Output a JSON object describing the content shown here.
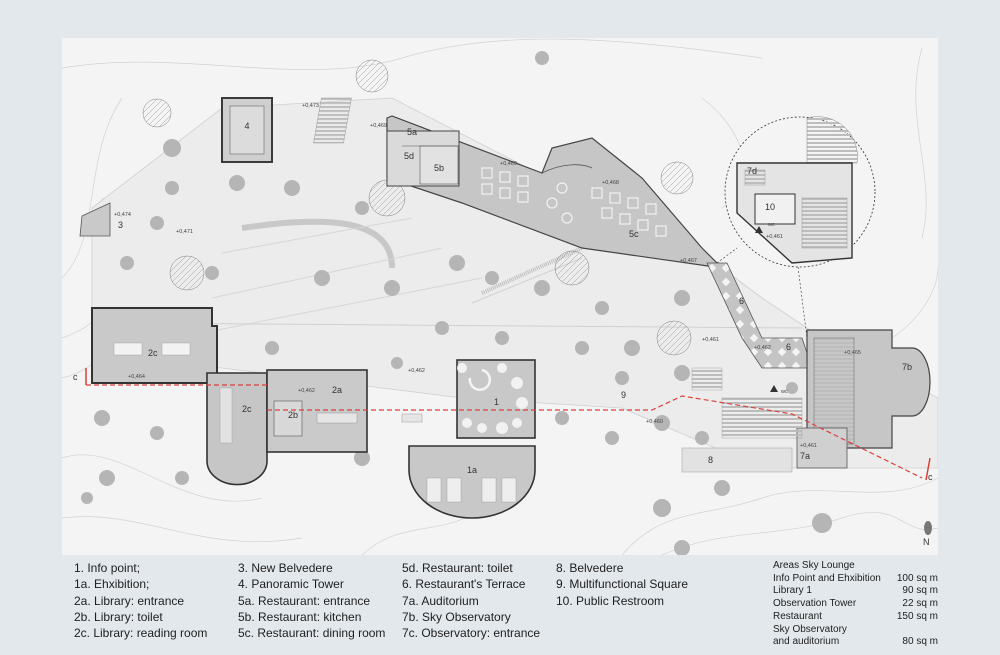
{
  "plan": {
    "labels": {
      "n1": "1",
      "n1a": "1a",
      "n2a": "2a",
      "n2b": "2b",
      "n2c": "2c",
      "n2c_alt": "2c",
      "n3": "3",
      "n4": "4",
      "n5a": "5a",
      "n5b": "5b",
      "n5c": "5c",
      "n5d": "5d",
      "n6a": "6",
      "n6b": "6",
      "n7a": "7a",
      "n7b": "7b",
      "n7d": "7d",
      "n8": "8",
      "n9": "9",
      "n10": "10",
      "wc": "wc",
      "wc_inset": "wc",
      "section_left": "c",
      "section_right": "c",
      "north": "N"
    },
    "elevations": {
      "e473": "+0,473",
      "e469a": "+0,469",
      "e469b": "+0,469",
      "e468": "+0,468",
      "e474": "+0,474",
      "e471": "+0,471",
      "e467": "+0,467",
      "e461a": "+0,461",
      "e462a": "+0,462",
      "e465": "+0,465",
      "e464": "+0,464",
      "e462b": "+0,462",
      "e462c": "+0,462",
      "e460": "+0,460",
      "e461b": "+0,461",
      "e461c": "+0,461"
    }
  },
  "legend": {
    "col1": [
      "1.   Info point;",
      "1a. Ehxibition;",
      "2a. Library: entrance",
      "2b. Library: toilet",
      "2c. Library: reading room"
    ],
    "col2": [
      "3. New Belvedere",
      "4. Panoramic Tower",
      "5a. Restaurant: entrance",
      "5b. Restaurant: kitchen",
      "5c. Restaurant: dining room"
    ],
    "col3": [
      "5d. Restaurant: toilet",
      "6. Restaurant's Terrace",
      "7a. Auditorium",
      "7b. Sky Observatory",
      "7c. Observatory: entrance"
    ],
    "col4": [
      "8. Belvedere",
      "9. Multifunctional Square",
      "10. Public Restroom"
    ]
  },
  "areas": {
    "title": "Areas Sky Lounge",
    "rows": [
      {
        "name": "Info Point and Ehxibition",
        "value": "100 sq m"
      },
      {
        "name": "Library 1",
        "value": "90 sq m"
      },
      {
        "name": "Observation Tower",
        "value": "22 sq m"
      },
      {
        "name": "Restaurant",
        "value": "150 sq m"
      },
      {
        "name": "Sky Observatory",
        "value": ""
      },
      {
        "name": "and auditorium",
        "value": "80 sq m"
      }
    ]
  },
  "colors": {
    "background": "#e3e8ec",
    "plan_paper": "#f4f4f4",
    "building_fill": "#c9c9c9",
    "section_line": "#d9413a"
  }
}
